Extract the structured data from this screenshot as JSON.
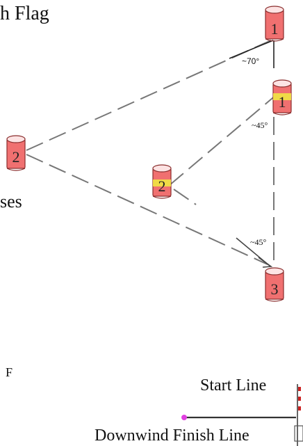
{
  "labels": {
    "flag": "h Flag",
    "ses": "ses",
    "f": "F",
    "start_line": "Start Line",
    "finish_line": "Downwind Finish Line"
  },
  "angles": {
    "top": "~70°",
    "mid": "~45°",
    "bottom": "~45°"
  },
  "marks": {
    "m1_top": "1",
    "m1_lower": "1",
    "m2_left": "2",
    "m2_inner": "2",
    "m3": "3"
  },
  "colors": {
    "buoy_fill": "#f07070",
    "buoy_top": "#fde3e3",
    "buoy_stroke": "#8a2d2d",
    "band": "#f0e542",
    "course_line": "#777777",
    "finish_dot": "#e040e0"
  }
}
